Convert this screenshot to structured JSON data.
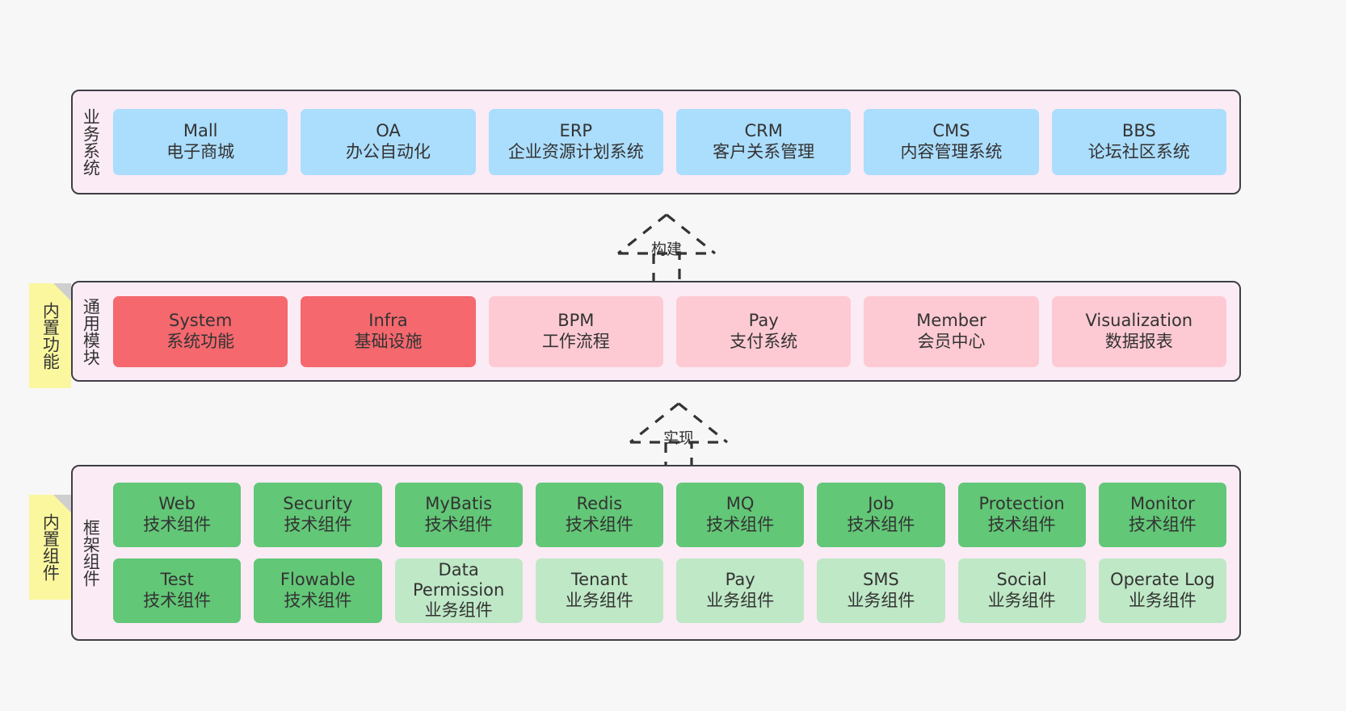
{
  "diagram": {
    "title": "",
    "colors": {
      "background": "#f7f7f7",
      "layer_fill": "#fbebf5",
      "layer_border": "#3f3f46",
      "business_card": "#abddfc",
      "module_core": "#f4686e",
      "module_optional": "#fdcad3",
      "framework_tech": "#62c777",
      "framework_biz": "#bfe8c6",
      "note_fill": "#fbf79f",
      "note_fold": "#cfcfcf",
      "text": "#333333"
    }
  },
  "layers": [
    {
      "id": "business-systems",
      "title": "业务系统",
      "cards": [
        {
          "en": "Mall",
          "cn": "电子商城",
          "style": "blue"
        },
        {
          "en": "OA",
          "cn": "办公自动化",
          "style": "blue"
        },
        {
          "en": "ERP",
          "cn": "企业资源计划系统",
          "style": "blue"
        },
        {
          "en": "CRM",
          "cn": "客户关系管理",
          "style": "blue"
        },
        {
          "en": "CMS",
          "cn": "内容管理系统",
          "style": "blue"
        },
        {
          "en": "BBS",
          "cn": "论坛社区系统",
          "style": "blue"
        }
      ]
    },
    {
      "id": "common-modules",
      "title": "通用模块",
      "note": "内置功能",
      "cards": [
        {
          "en": "System",
          "cn": "系统功能",
          "style": "red"
        },
        {
          "en": "Infra",
          "cn": "基础设施",
          "style": "red"
        },
        {
          "en": "BPM",
          "cn": "工作流程",
          "style": "pink"
        },
        {
          "en": "Pay",
          "cn": "支付系统",
          "style": "pink"
        },
        {
          "en": "Member",
          "cn": "会员中心",
          "style": "pink"
        },
        {
          "en": "Visualization",
          "cn": "数据报表",
          "style": "pink"
        }
      ]
    },
    {
      "id": "framework-components",
      "title": "框架组件",
      "note": "内置组件",
      "rows": [
        [
          {
            "en": "Web",
            "cn": "技术组件",
            "style": "green"
          },
          {
            "en": "Security",
            "cn": "技术组件",
            "style": "green"
          },
          {
            "en": "MyBatis",
            "cn": "技术组件",
            "style": "green"
          },
          {
            "en": "Redis",
            "cn": "技术组件",
            "style": "green"
          },
          {
            "en": "MQ",
            "cn": "技术组件",
            "style": "green"
          },
          {
            "en": "Job",
            "cn": "技术组件",
            "style": "green"
          },
          {
            "en": "Protection",
            "cn": "技术组件",
            "style": "green"
          },
          {
            "en": "Monitor",
            "cn": "技术组件",
            "style": "green"
          }
        ],
        [
          {
            "en": "Test",
            "cn": "技术组件",
            "style": "green"
          },
          {
            "en": "Flowable",
            "cn": "技术组件",
            "style": "green"
          },
          {
            "en": "Data Permission",
            "cn": "业务组件",
            "style": "lgreen"
          },
          {
            "en": "Tenant",
            "cn": "业务组件",
            "style": "lgreen"
          },
          {
            "en": "Pay",
            "cn": "业务组件",
            "style": "lgreen"
          },
          {
            "en": "SMS",
            "cn": "业务组件",
            "style": "lgreen"
          },
          {
            "en": "Social",
            "cn": "业务组件",
            "style": "lgreen"
          },
          {
            "en": "Operate Log",
            "cn": "业务组件",
            "style": "lgreen"
          }
        ]
      ]
    }
  ],
  "connectors": [
    {
      "id": "build",
      "label": "构建",
      "from": "common-modules",
      "to": "business-systems"
    },
    {
      "id": "implement",
      "label": "实现",
      "from": "framework-components",
      "to": "common-modules"
    }
  ]
}
